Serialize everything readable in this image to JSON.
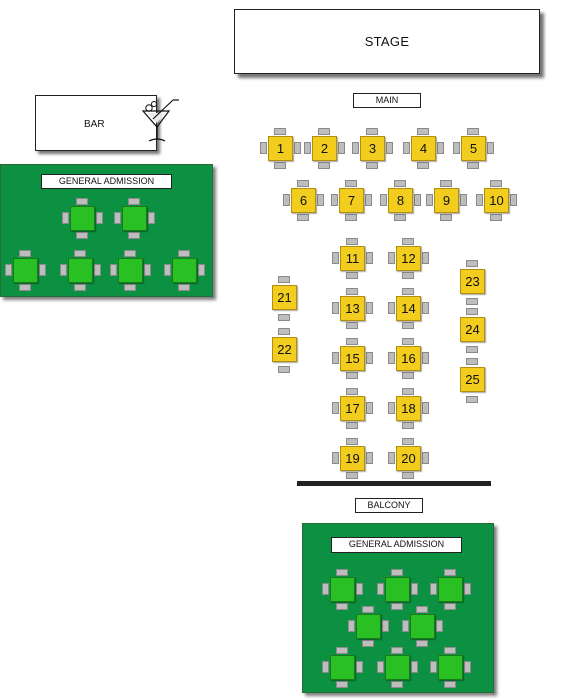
{
  "stage": {
    "label": "STAGE"
  },
  "bar": {
    "label": "BAR",
    "icon": "cocktail-glass-icon"
  },
  "main": {
    "label": "MAIN"
  },
  "balcony": {
    "label": "BALCONY"
  },
  "general_admission": {
    "left": {
      "label": "GENERAL ADMISSION"
    },
    "bottom": {
      "label": "GENERAL ADMISSION"
    }
  },
  "colors": {
    "reserved_table": "#f2cd1d",
    "ga_table": "#28c023",
    "ga_area": "#0b9141",
    "chair": "#bdbdbd"
  },
  "tables": {
    "t1": "1",
    "t2": "2",
    "t3": "3",
    "t4": "4",
    "t5": "5",
    "t6": "6",
    "t7": "7",
    "t8": "8",
    "t9": "9",
    "t10": "10",
    "t11": "11",
    "t12": "12",
    "t13": "13",
    "t14": "14",
    "t15": "15",
    "t16": "16",
    "t17": "17",
    "t18": "18",
    "t19": "19",
    "t20": "20",
    "t21": "21",
    "t22": "22",
    "t23": "23",
    "t24": "24",
    "t25": "25"
  }
}
